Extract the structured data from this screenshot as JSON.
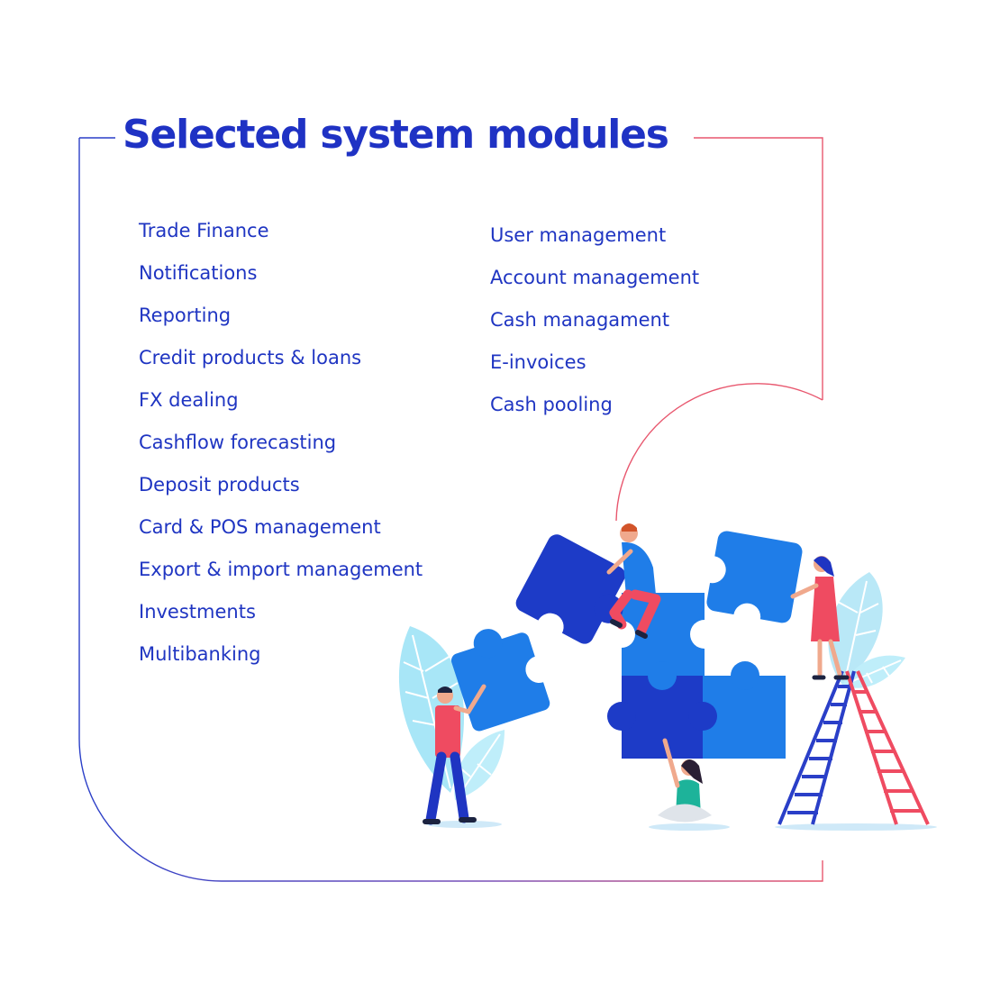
{
  "title": "Selected system modules",
  "modules_left": [
    "Trade Finance",
    "Notifications",
    "Reporting",
    "Credit products & loans",
    "FX dealing",
    "Cashflow forecasting",
    "Deposit products",
    "Card & POS management",
    "Export & import management",
    "Investments",
    "Multibanking"
  ],
  "modules_right": [
    "User management",
    "Account management",
    "Cash managament",
    "E-invoices",
    "Cash pooling"
  ],
  "colors": {
    "title": "#1f32c4",
    "text": "#1f35c2",
    "frame_left": "#2a3fc8",
    "frame_right": "#e8576e",
    "puzzle_dark": "#1d3bc7",
    "puzzle_light": "#1f7de8",
    "leaf": "#a8e6f7"
  }
}
